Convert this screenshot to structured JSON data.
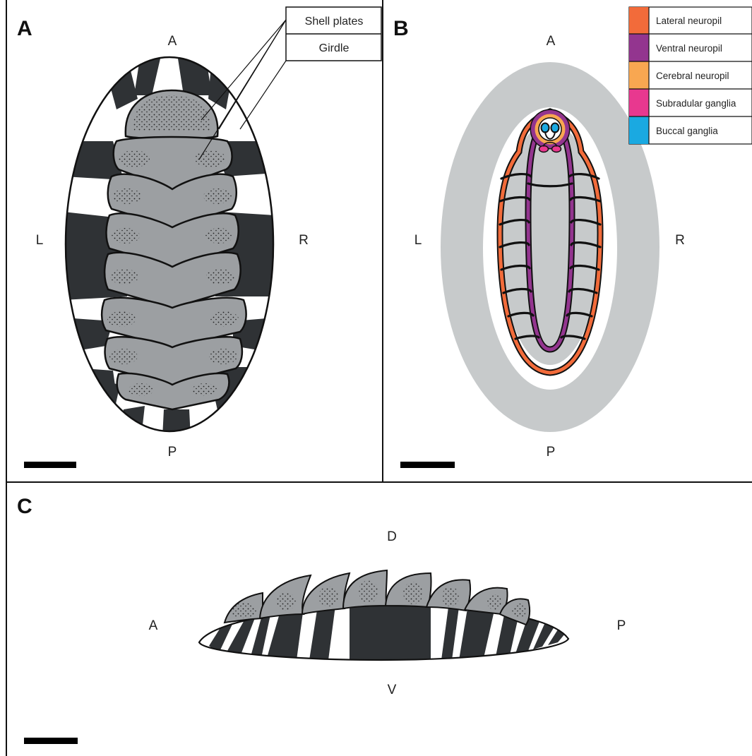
{
  "panels": {
    "a": {
      "letter": "A",
      "anterior": "A",
      "posterior": "P",
      "left": "L",
      "right": "R"
    },
    "b": {
      "letter": "B",
      "anterior": "A",
      "posterior": "P",
      "left": "L",
      "right": "R"
    },
    "c": {
      "letter": "C",
      "dorsal": "D",
      "ventral": "V",
      "anterior": "A",
      "posterior": "P"
    }
  },
  "callouts": {
    "shell_plates": "Shell plates",
    "girdle": "Girdle"
  },
  "legend": [
    {
      "label": "Lateral neuropil",
      "color": "#f26b3a"
    },
    {
      "label": "Ventral neuropil",
      "color": "#93358f"
    },
    {
      "label": "Cerebral neuropil",
      "color": "#f8a751"
    },
    {
      "label": "Subradular ganglia",
      "color": "#e8388f"
    },
    {
      "label": "Buccal ganglia",
      "color": "#1aa9e1"
    }
  ],
  "colors": {
    "shell_plate": "#9c9fa2",
    "girdle_dark": "#2f3235",
    "body_light": "#c7cacb",
    "outline": "#111111"
  }
}
